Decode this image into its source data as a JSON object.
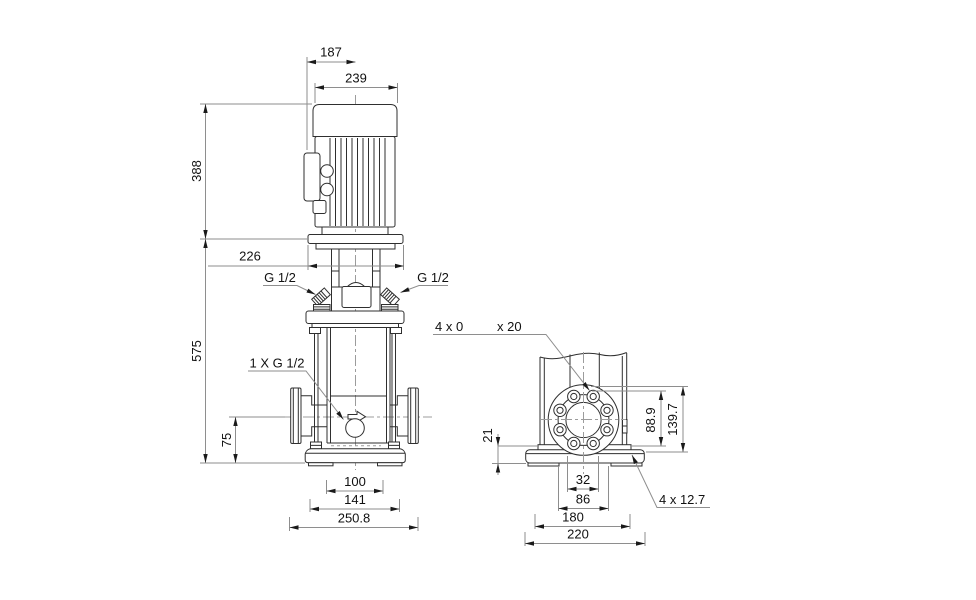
{
  "drawing": {
    "front_view": {
      "motor_width_top": "187",
      "motor_width": "239",
      "motor_height": "388",
      "stool_width": "226",
      "gauge_port_left": "G 1/2",
      "gauge_port_right": "G 1/2",
      "pump_height": "575",
      "drain_port": "1 X G 1/2",
      "port_centerline_height": "75",
      "foot_width_inner": "100",
      "foot_width": "141",
      "overall_width": "250.8"
    },
    "end_view": {
      "flange_bolts_note_a": "4 x 0",
      "flange_bolts_note_b": "x 20",
      "base_thickness": "21",
      "bolt_circle_diameter": "88.9",
      "flange_diameter": "139.7",
      "slot_width": "32",
      "foot_slot_span": "86",
      "base_bolt_span": "180",
      "base_width": "220",
      "base_holes_note": "4 x 12.7"
    },
    "colors": {
      "part_line": "#2f2f2f",
      "dimension_line": "#8e8e8e",
      "text": "#111111",
      "background": "#ffffff"
    }
  }
}
